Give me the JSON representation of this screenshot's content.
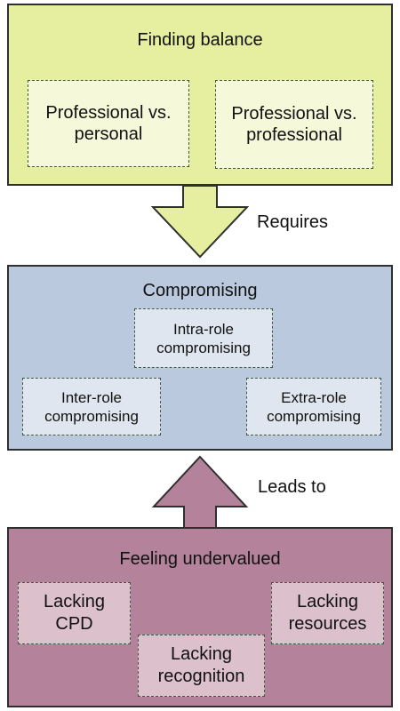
{
  "colors": {
    "green_box": "#e6ef9f",
    "green_sub": "#f5f9da",
    "blue_box": "#bac9dd",
    "blue_sub": "#dfe6f0",
    "mauve_box": "#b4829a",
    "mauve_sub": "#dcc1cd",
    "dashed_border": "#3f5a3b",
    "down_arrow_fill": "#e6ef9f",
    "up_arrow_fill": "#b4829a"
  },
  "finding_balance": {
    "title": "Finding balance",
    "items": [
      "Professional vs.\npersonal",
      "Professional vs.\nprofessional"
    ]
  },
  "arrow_requires": {
    "label": "Requires"
  },
  "compromising": {
    "title": "Compromising",
    "items": [
      "Intra-role\ncompromising",
      "Inter-role\ncompromising",
      "Extra-role\ncompromising"
    ]
  },
  "arrow_leads_to": {
    "label": "Leads to"
  },
  "feeling_undervalued": {
    "title": "Feeling undervalued",
    "items": [
      "Lacking\nCPD",
      "Lacking\nresources",
      "Lacking\nrecognition"
    ]
  }
}
